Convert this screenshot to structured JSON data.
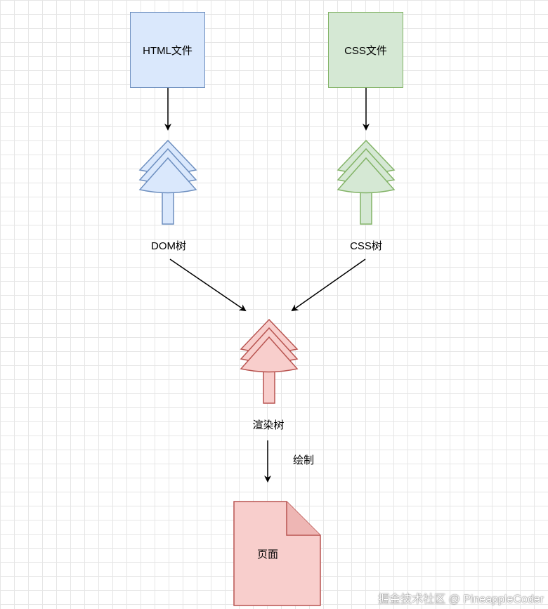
{
  "nodes": {
    "html_file": {
      "label": "HTML文件",
      "fill": "#dae8fc",
      "stroke": "#6c8ebf"
    },
    "css_file": {
      "label": "CSS文件",
      "fill": "#d5e8d4",
      "stroke": "#82b366"
    },
    "dom_tree": {
      "label": "DOM树",
      "fill": "#dae8fc",
      "stroke": "#6c8ebf"
    },
    "cssom_tree": {
      "label": "CSS树",
      "fill": "#d5e8d4",
      "stroke": "#82b366"
    },
    "render_tree": {
      "label": "渲染树",
      "fill": "#f8cecc",
      "stroke": "#b85450"
    },
    "page": {
      "label": "页面",
      "fill": "#f8cecc",
      "stroke": "#b85450"
    }
  },
  "edges": {
    "paint_label": "绘制"
  },
  "watermark": "掘金技术社区 @ PineappleCoder"
}
